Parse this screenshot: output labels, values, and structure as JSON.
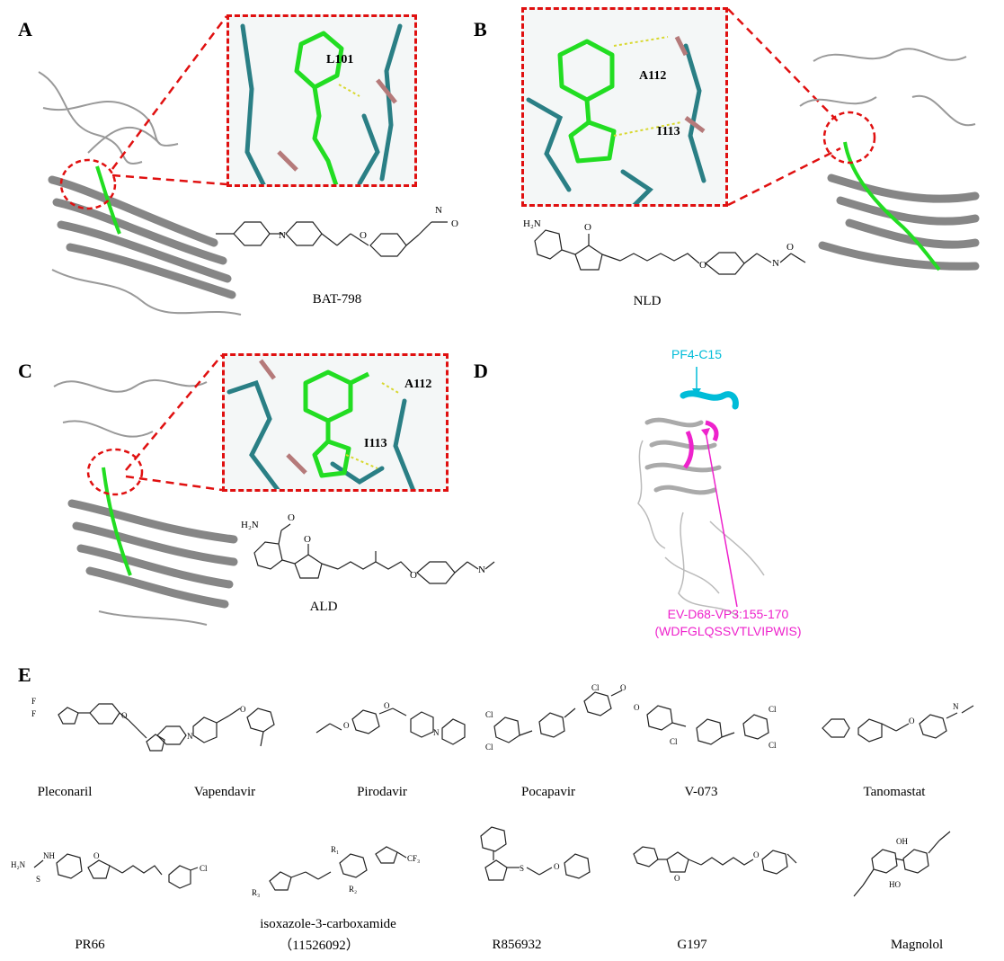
{
  "panels": {
    "A": {
      "letter": "A",
      "residue": "L101",
      "compound": "BAT-798"
    },
    "B": {
      "letter": "B",
      "residue1": "A112",
      "residue2": "I113",
      "compound": "NLD",
      "nh2": "H₂N"
    },
    "C": {
      "letter": "C",
      "residue1": "A112",
      "residue2": "I113",
      "compound": "ALD",
      "nh2": "H₂N"
    },
    "D": {
      "letter": "D",
      "top_label": "PF4-C15",
      "bottom_label_1": "EV-D68-VP3:155-170",
      "bottom_label_2": "(WDFGLQSSVTLVIPWIS)"
    },
    "E": {
      "letter": "E"
    }
  },
  "compounds_row1": [
    "Pleconaril",
    "Vapendavir",
    "Pirodavir",
    "Pocapavir",
    "V-073",
    "Tanomastat"
  ],
  "compounds_row2": [
    "PR66",
    "isoxazole-3-carboxamide",
    "R856932",
    "G197",
    "Magnolol"
  ],
  "compounds_row2_sub": "（11526092）",
  "atoms": {
    "N": "N",
    "O": "O",
    "Cl": "Cl",
    "S": "S",
    "F": "F",
    "NH2": "NH₂",
    "OH": "OH",
    "HO": "HO",
    "R1": "R₁",
    "R2": "R₂",
    "R3": "R₃",
    "CF3": "CF₃",
    "H2N": "H₂N",
    "NH": "NH",
    "H": "H"
  },
  "colors": {
    "dashed_box": "#e01010",
    "ligand": "#22dd22",
    "residue": "#2a7f85",
    "d_cyan": "#00bcd8",
    "d_magenta": "#ee22cc",
    "protein": "#888888"
  }
}
